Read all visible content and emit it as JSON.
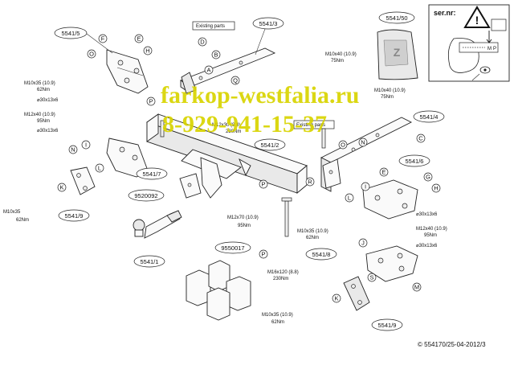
{
  "parts": {
    "p5541_5": "5541/5",
    "p5541_3": "5541/3",
    "p5541_50": "5541/50",
    "p5541_4": "5541/4",
    "p5541_2": "5541/2",
    "p5541_7": "5541/7",
    "p5541_6": "5541/6",
    "p5541_9a": "5541/9",
    "p5541_9b": "5541/9",
    "p9520092": "9520092",
    "p5541_1": "5541/1",
    "p9550017": "9550017",
    "p5541_8": "5541/8"
  },
  "existing_parts": "Existing parts",
  "existing_parts_2": "Existing parts",
  "ser_nr": "ser.nr:",
  "serial_plate_text": "M",
  "serial_plate_letter": "P",
  "letters": {
    "F": "F",
    "E": "E",
    "O": "O",
    "H": "H",
    "P": "P",
    "D": "D",
    "B": "B",
    "A": "A",
    "Q": "Q",
    "N": "N",
    "I": "I",
    "L": "L",
    "K": "K",
    "R": "R",
    "C": "C",
    "G": "G",
    "J": "J",
    "S": "S",
    "M": "M"
  },
  "torque_specs": {
    "m10x40": "M10x40 (10.9)",
    "m10x40_nm": "75Nm",
    "m10x40b": "M10x40 (10.9)",
    "m10x40b_nm": "75Nm",
    "m10x35_a": "M10x35 (10.9)",
    "m10x35_a_nm": "62Nm",
    "m12x40_a": "M12x40 (10.9)",
    "m12x40_a_nm": "95Nm",
    "washer_a": "⌀30x13x6",
    "washer_b": "⌀30x13x6",
    "m10x35_b": "M10x35",
    "m10x35_b_nm": "62Nm",
    "m12x70": "M12x70 (10.9)",
    "m12x70_nm": "95Nm",
    "m12x30_partial": "M12x30 (8.8)",
    "m12x30_nm": "230Nm",
    "m10x35_c": "M10x35 (10.9)",
    "m10x35_c_nm": "62Nm",
    "washer_c": "⌀30x13x6",
    "m12x40_b": "M12x40 (10.9)",
    "m12x40_b_nm": "95Nm",
    "washer_d": "⌀30x13x6",
    "m16x120": "M16x120 (8.8)",
    "m16x120_nm": "230Nm",
    "m10x35_d": "M10x35 (10.9)",
    "m10x35_d_nm": "62Nm"
  },
  "watermark": {
    "site": "farkop-westfalia.ru",
    "phone": "8-929-941-15-37",
    "color": "#d8d400"
  },
  "copyright": "© 554170/25-04-2012/3"
}
